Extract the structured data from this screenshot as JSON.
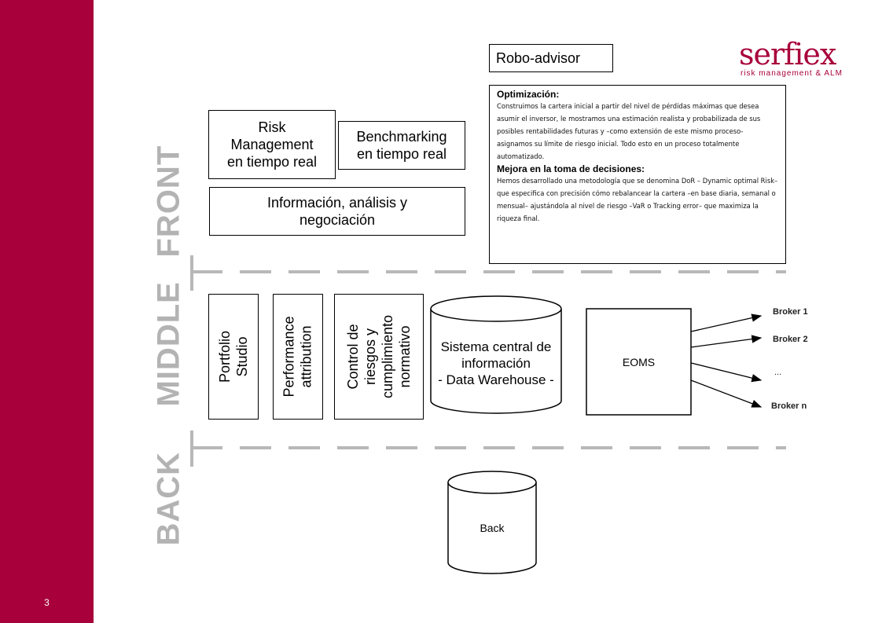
{
  "page_number": "3",
  "logo": {
    "word": "serfiex",
    "subtitle": "risk management & ALM"
  },
  "sections": {
    "front": "FRONT",
    "middle": "MIDDLE",
    "back": "BACK"
  },
  "front": {
    "risk_management": "Risk\nManagement\nen tiempo real",
    "benchmarking": "Benchmarking\nen tiempo real",
    "info": "Información, análisis y\nnegociación",
    "robo_advisor": "Robo-advisor",
    "optimization": {
      "heading": "Optimización:",
      "body": "Construimos la cartera inicial a partir del nivel de pérdidas máximas que desea asumir el inversor, le mostramos una estimación realista y probabilizada de sus posibles rentabilidades futuras y –como extensión de este mismo proceso- asignamos su límite de riesgo inicial. Todo esto en un proceso totalmente automatizado.",
      "heading2": "Mejora en la toma de decisiones:",
      "body2": "Hemos desarrollado una metodología que se denomina DoR – Dynamic optimal Risk– que especifica con precisión cómo rebalancear la cartera –en base diaria, semanal o mensual– ajustándola al nivel de riesgo –VaR o Tracking error– que maximiza la riqueza final."
    }
  },
  "middle": {
    "portfolio": "Portfolio\nStudio",
    "performance": "Performance\nattribution",
    "control": "Control de\nriesgos y\ncumplimiento\nnormativo",
    "warehouse": "Sistema central de\ninformación\n- Data Warehouse -",
    "eoms": "EOMS",
    "brokers": [
      "Broker 1",
      "Broker 2",
      "...",
      "Broker n"
    ]
  },
  "back": {
    "label": "Back"
  }
}
